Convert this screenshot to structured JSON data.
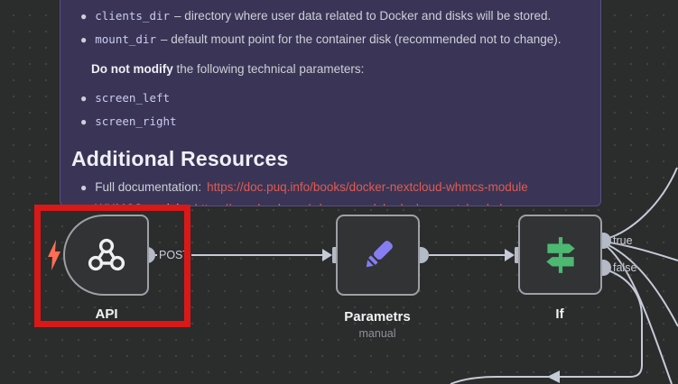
{
  "doc_panel": {
    "bullet_items": [
      {
        "code": "clients_dir",
        "text": "– directory where user data related to Docker and disks will be stored."
      },
      {
        "code": "mount_dir",
        "text": "– default mount point for the container disk (recommended not to change)."
      }
    ],
    "note": {
      "bold": "Do not modify",
      "rest": " the following technical parameters:"
    },
    "tech_params": [
      {
        "code": "screen_left"
      },
      {
        "code": "screen_right"
      }
    ],
    "heading": "Additional Resources",
    "resources": [
      {
        "label": "Full documentation:",
        "url": "https://doc.puq.info/books/docker-nextcloud-whmcs-module"
      },
      {
        "label": "WHMCS module:",
        "url": "https://puqcloud.com/whmcs-module-docker-nextcloud.php"
      }
    ]
  },
  "workflow": {
    "nodes": {
      "api": {
        "label": "API",
        "output_label": "POST",
        "icon": "webhook-icon",
        "trigger_icon": "lightning-bolt-icon"
      },
      "parametrs": {
        "label": "Parametrs",
        "sublabel": "manual",
        "icon": "pencil-icon"
      },
      "if": {
        "label": "If",
        "output_true": "true",
        "output_false": "false",
        "icon": "signpost-icon"
      }
    }
  },
  "annotation": {
    "shape": "red-highlight-rectangle",
    "color": "#d91818"
  },
  "colors": {
    "canvas": "#2b2c2c",
    "panel_background": "#3a3557",
    "link": "#e05b51",
    "code_text": "#c9cdf0",
    "node_border": "#9da1a6",
    "connection": "#c5cbd7",
    "if_icon_green": "#4cb872",
    "pencil_purple": "#867df2",
    "bolt_red": "#ff6d55"
  }
}
